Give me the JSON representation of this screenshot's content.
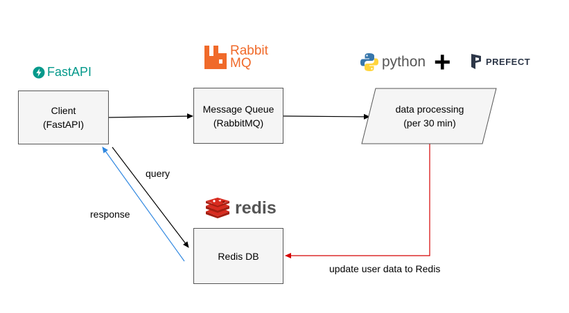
{
  "nodes": {
    "client": {
      "line1": "Client",
      "line2": "(FastAPI)"
    },
    "queue": {
      "line1": "Message Queue",
      "line2": "(RabbitMQ)"
    },
    "processing": {
      "line1": "data processing",
      "line2": "(per 30 min)"
    },
    "redis_db": {
      "line1": "Redis DB"
    }
  },
  "edges": {
    "query": "query",
    "response": "response",
    "update": "update user data to Redis"
  },
  "logos": {
    "fastapi": {
      "text": "FastAPI",
      "color": "#05998B"
    },
    "rabbitmq": {
      "text1": "Rabbit",
      "text2": "MQ",
      "color": "#F06A2A"
    },
    "python": {
      "text": "python",
      "color": "#555555"
    },
    "plus": "+",
    "prefect": {
      "text": "PREFECT",
      "color": "#2D3748"
    },
    "redis": {
      "text": "redis",
      "color": "#D82C20"
    }
  },
  "colors": {
    "black_arrow": "#000000",
    "blue_arrow": "#2F87E0",
    "red_arrow": "#D50000",
    "box_fill": "#f5f5f5",
    "box_border": "#555555"
  }
}
